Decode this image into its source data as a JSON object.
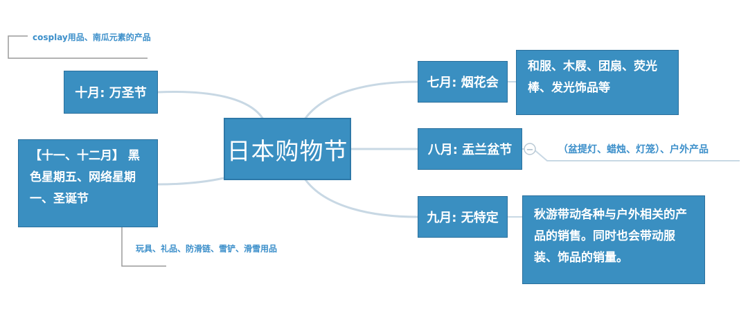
{
  "center": {
    "title": "日本购物节"
  },
  "branches": {
    "oct": {
      "label": "十月: 万圣节",
      "note": "cosplay用品、南瓜元素的产品"
    },
    "novdec": {
      "label": "【十一、十二月】 黑色星期五、网络星期一、圣诞节",
      "note": "玩具、礼品、防滑链、雪铲、滑雪用品"
    },
    "jul": {
      "label": "七月: 烟花会",
      "detail": "和服、木屐、团扇、荧光棒、发光饰品等"
    },
    "aug": {
      "label": "八月: 盂兰盆节",
      "collapse_glyph": "−",
      "note": "（盆提灯、蜡烛、灯笼）、户外产品"
    },
    "sep": {
      "label": "九月: 无特定",
      "detail": "秋游带动各种与户外相关的产品的销售。同时也会带动服装、饰品的销量。"
    }
  },
  "colors": {
    "node_fill": "#3a8fc1",
    "node_border": "#2a6f9c",
    "node_text": "#ffffff",
    "connector": "#c8d8e4",
    "note_text": "#3c8fca",
    "bracket": "#9a9a9a"
  }
}
